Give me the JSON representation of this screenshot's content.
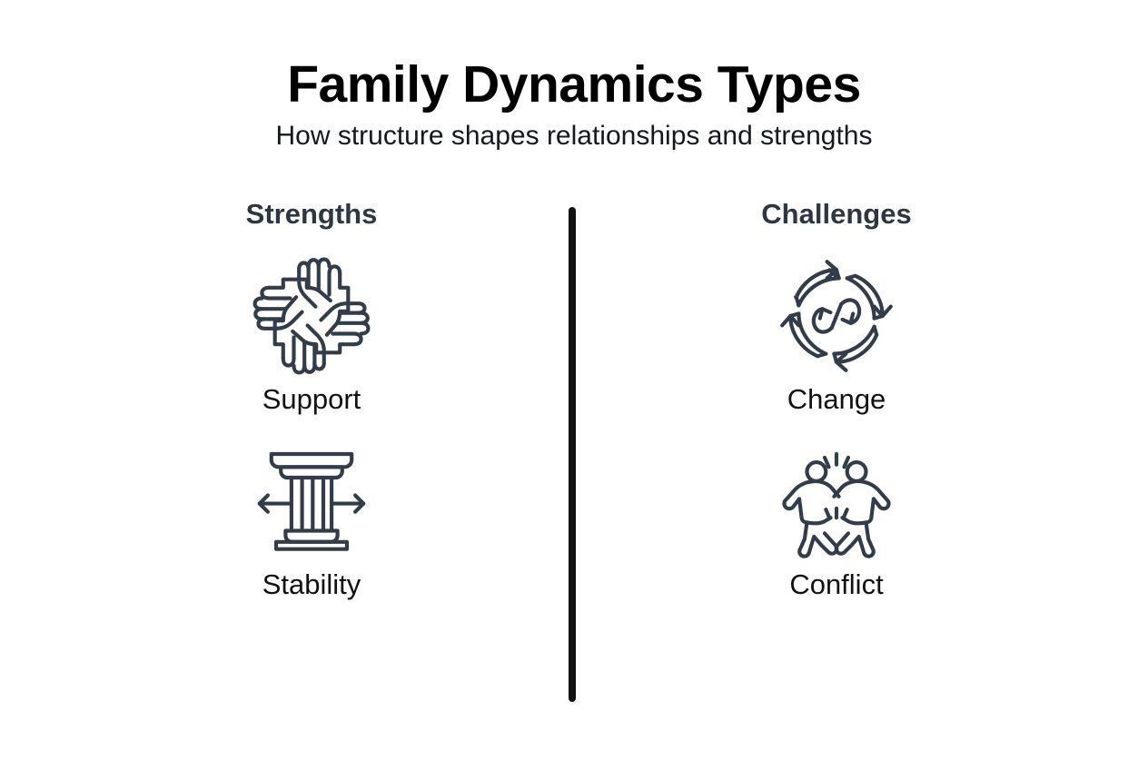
{
  "header": {
    "title": "Family Dynamics Types",
    "subtitle": "How structure shapes relationships and strengths"
  },
  "colors": {
    "title": "#000000",
    "heading": "#2e3642",
    "icon_stroke": "#333c49",
    "divider": "#111111",
    "background": "#ffffff",
    "label": "#111111"
  },
  "divider": {
    "orientation": "vertical",
    "label": "center-divider"
  },
  "columns": [
    {
      "heading": "Strengths",
      "side": "left",
      "items": [
        {
          "label": "Support",
          "icon": "four-hands-teamwork-icon"
        },
        {
          "label": "Stability",
          "icon": "column-pillar-arrows-icon"
        }
      ]
    },
    {
      "heading": "Challenges",
      "side": "right",
      "items": [
        {
          "label": "Change",
          "icon": "cycle-arrows-icon"
        },
        {
          "label": "Conflict",
          "icon": "two-people-clash-icon"
        }
      ]
    }
  ]
}
